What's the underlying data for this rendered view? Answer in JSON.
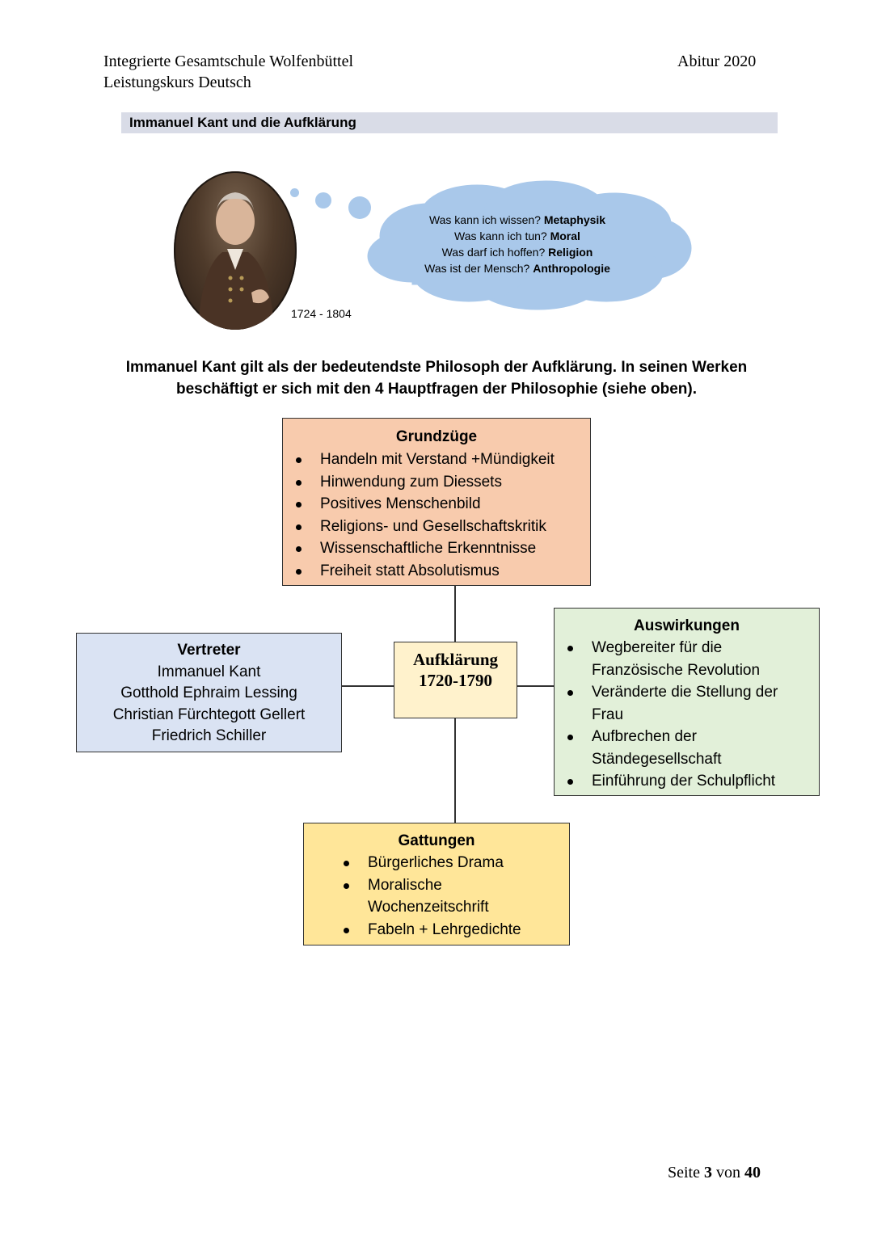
{
  "header": {
    "school": "Integrierte Gesamtschule Wolfenbüttel",
    "course": "Leistungskurs Deutsch",
    "exam": "Abitur 2020"
  },
  "section_title": "Immanuel Kant und die Aufklärung",
  "portrait": {
    "years": "1724 - 1804"
  },
  "thought_cloud": {
    "lines": [
      {
        "q": "Was kann ich wissen?",
        "a": "Metaphysik"
      },
      {
        "q": "Was kann ich tun?",
        "a": "Moral"
      },
      {
        "q": "Was darf ich hoffen?",
        "a": "Religion"
      },
      {
        "q": "Was ist der Mensch?",
        "a": "Anthropologie"
      }
    ]
  },
  "intro_text": {
    "line1": "Immanuel Kant gilt als der bedeutendste Philosoph der Aufklärung. In seinen Werken",
    "line2": "beschäftigt er sich mit den 4 Hauptfragen der Philosophie (siehe oben)."
  },
  "mindmap": {
    "center": {
      "title": "Aufklärung",
      "years": "1720-1790"
    },
    "grundzuege": {
      "title": "Grundzüge",
      "items": [
        "Handeln mit Verstand +Mündigkeit",
        "Hinwendung zum Diessets",
        "Positives Menschenbild",
        "Religions- und Gesellschaftskritik",
        "Wissenschaftliche Erkenntnisse",
        "Freiheit statt Absolutismus"
      ]
    },
    "vertreter": {
      "title": "Vertreter",
      "names": [
        "Immanuel Kant",
        "Gotthold Ephraim Lessing",
        "Christian Fürchtegott Gellert",
        "Friedrich Schiller"
      ]
    },
    "auswirkungen": {
      "title": "Auswirkungen",
      "items": [
        [
          "Wegbereiter für die",
          "Französische Revolution"
        ],
        [
          "Veränderte die Stellung der",
          "Frau"
        ],
        [
          "Aufbrechen der",
          "Ständegesellschaft"
        ],
        [
          "Einführung der Schulpflicht"
        ]
      ]
    },
    "gattungen": {
      "title": "Gattungen",
      "items": [
        [
          "Bürgerliches Drama"
        ],
        [
          "Moralische",
          "Wochenzeitschrift"
        ],
        [
          "Fabeln + Lehrgedichte"
        ]
      ]
    },
    "colors": {
      "grundzuege": "#f8cbad",
      "vertreter": "#dae3f3",
      "center": "#fff2cc",
      "auswirkungen": "#e2f0d9",
      "gattungen": "#ffe699",
      "cloud": "#a9c8ea",
      "section_bar": "#d9dce7"
    }
  },
  "footer": {
    "prefix": "Seite",
    "current": "3",
    "middle": "von",
    "total": "40"
  }
}
